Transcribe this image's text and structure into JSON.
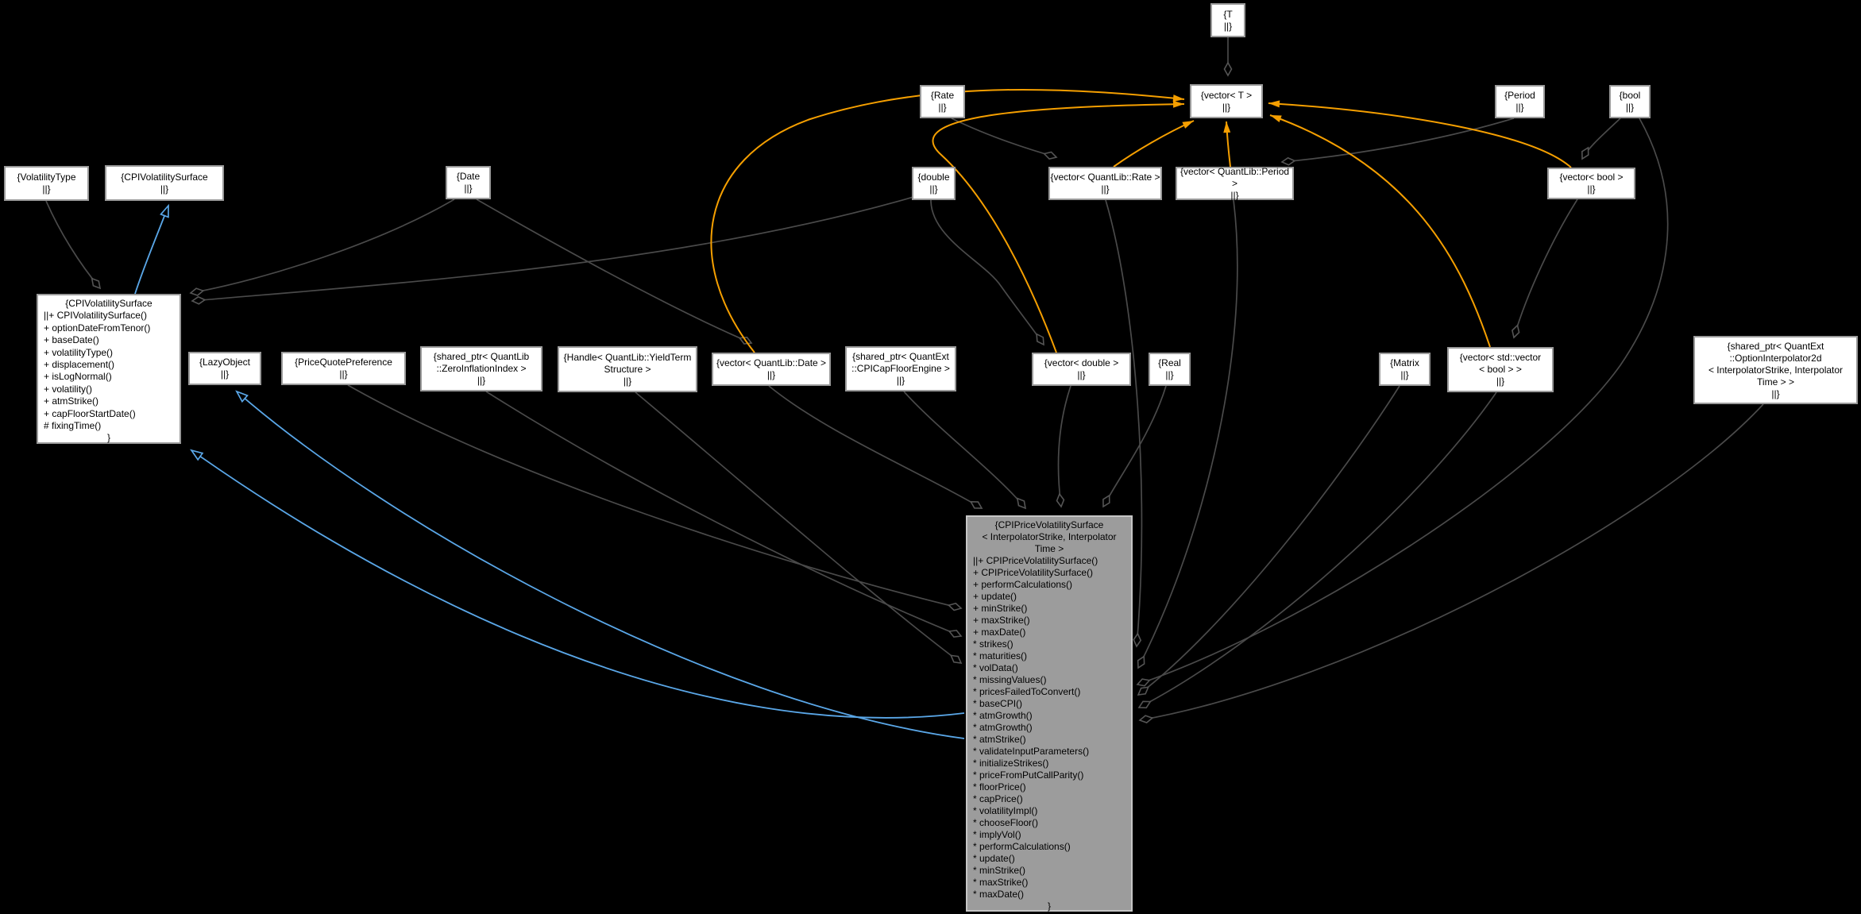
{
  "diagram": {
    "colors": {
      "background": "#000000",
      "edge": "#4a4a4a",
      "inheritance_edge": "#5aa7e8",
      "template_edge": "#f59f00",
      "node_background": "#ffffff",
      "node_border": "#9a9a9a",
      "central_background": "#9c9c9c"
    },
    "nodes": {
      "t": {
        "label": "{T\n||}"
      },
      "rate": {
        "label": "{Rate\n||}"
      },
      "vector_t": {
        "label": "{vector< T >\n||}"
      },
      "period": {
        "label": "{Period\n||}"
      },
      "bool": {
        "label": "{bool\n||}"
      },
      "volatility_type": {
        "label": "{VolatilityType\n||}"
      },
      "cpi_volatility_surface_base": {
        "label": "{CPIVolatilitySurface\n||}"
      },
      "date": {
        "label": "{Date\n||}"
      },
      "double": {
        "label": "{double\n||}"
      },
      "vector_rate": {
        "label": "{vector< QuantLib::Rate >\n||}"
      },
      "vector_period": {
        "label": "{vector< QuantLib::Period >\n||}"
      },
      "vector_bool": {
        "label": "{vector< bool >\n||}"
      },
      "lazy_object": {
        "label": "{LazyObject\n||}"
      },
      "price_quote_preference": {
        "label": "{PriceQuotePreference\n||}"
      },
      "zero_inflation_index": {
        "label": "{shared_ptr< QuantLib\n::ZeroInflationIndex >\n||}"
      },
      "yield_term_structure": {
        "label": "{Handle< QuantLib::YieldTerm\nStructure >\n||}"
      },
      "vector_date": {
        "label": "{vector< QuantLib::Date >\n||}"
      },
      "cpi_capfloor_engine": {
        "label": "{shared_ptr< QuantExt\n::CPICapFloorEngine >\n||}"
      },
      "vector_double": {
        "label": "{vector< double >\n||}"
      },
      "real": {
        "label": "{Real\n||}"
      },
      "matrix": {
        "label": "{Matrix\n||}"
      },
      "vector_vector_bool": {
        "label": "{vector< std::vector\n< bool > >\n||}"
      },
      "option_interpolator": {
        "label": "{shared_ptr< QuantExt\n::OptionInterpolator2d\n< InterpolatorStrike, Interpolator\nTime > >\n||}"
      }
    },
    "cpi_volatility_surface": {
      "title": "{CPIVolatilitySurface",
      "members": "||+ CPIVolatilitySurface()\n+ optionDateFromTenor()\n+ baseDate()\n+ volatilityType()\n+ displacement()\n+ isLogNormal()\n+ volatility()\n+ atmStrike()\n+ capFloorStartDate()\n# fixingTime()",
      "closer": "}"
    },
    "central": {
      "title": "{CPIPriceVolatilitySurface\n< InterpolatorStrike, Interpolator\nTime >",
      "members": "||+ CPIPriceVolatilitySurface()\n+ CPIPriceVolatilitySurface()\n+ performCalculations()\n+ update()\n+ minStrike()\n+ maxStrike()\n+ maxDate()\n* strikes()\n* maturities()\n* volData()\n* missingValues()\n* pricesFailedToConvert()\n* baseCPI()\n* atmGrowth()\n* atmGrowth()\n* atmStrike()\n* validateInputParameters()\n* initializeStrikes()\n* priceFromPutCallParity()\n* floorPrice()\n* capPrice()\n* volatilityImpl()\n* chooseFloor()\n* implyVol()\n* performCalculations()\n* update()\n* minStrike()\n* maxStrike()\n* maxDate()",
      "closer": "}"
    }
  }
}
